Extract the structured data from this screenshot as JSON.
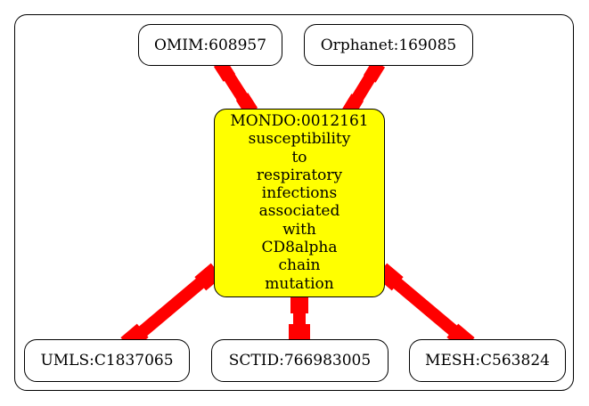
{
  "diagram": {
    "center": {
      "id": "MONDO:0012161",
      "label_lines": [
        "susceptibility",
        "to",
        "respiratory",
        "infections",
        "associated",
        "with",
        "CD8alpha",
        "chain",
        "mutation"
      ],
      "fill": "#ffff00"
    },
    "nodes": {
      "omim": "OMIM:608957",
      "orphanet": "Orphanet:169085",
      "umls": "UMLS:C1837065",
      "sctid": "SCTID:766983005",
      "mesh": "MESH:C563824"
    },
    "edge_color": "#ff0000"
  }
}
